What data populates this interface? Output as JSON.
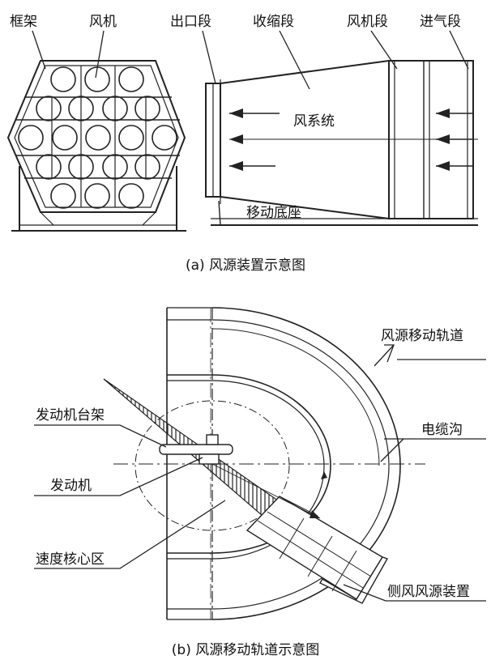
{
  "part_a": {
    "labels": {
      "frame": "框架",
      "fan": "风机",
      "outlet_section": "出口段",
      "contraction_section": "收缩段",
      "fan_section": "风机段",
      "inlet_section": "进气段",
      "air_system": "风系统",
      "mobile_base": "移动底座"
    },
    "caption": "(a) 风源装置示意图"
  },
  "part_b": {
    "labels": {
      "track": "风源移动轨道",
      "cable_trench": "电缆沟",
      "engine_stand": "发动机台架",
      "engine": "发动机",
      "core_zone": "速度核心区",
      "side_wind_device": "侧风风源装置"
    },
    "caption": "(b) 风源移动轨道示意图"
  }
}
